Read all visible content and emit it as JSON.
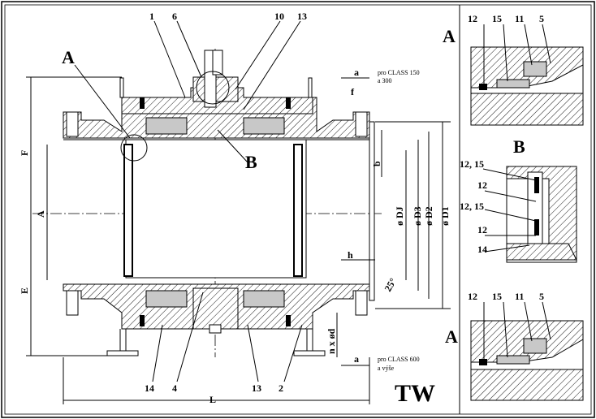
{
  "title": "TW",
  "section_labels": {
    "a_top": "A",
    "b_main": "B",
    "a_detail_top": "A",
    "b_detail": "B",
    "a_detail_bottom": "A"
  },
  "part_numbers_main": [
    "1",
    "6",
    "10",
    "13",
    "14",
    "4",
    "13",
    "2"
  ],
  "dimension_labels": {
    "F": "F",
    "A": "A",
    "E": "E",
    "L": "L",
    "a_top": "a",
    "f": "f",
    "b": "b",
    "h": "h",
    "a_bottom": "a",
    "D1": "ø D1",
    "D2": "ø D2",
    "D3": "ø D3",
    "DJ": "ø DJ",
    "angle": "25°",
    "nxd": "n x ød"
  },
  "notes": {
    "class150_line1": "pro CLASS 150",
    "class150_line2": "a 300",
    "class600_line1": "pro CLASS 600",
    "class600_line2": "a výše"
  },
  "detail_a_top_parts": [
    "12",
    "15",
    "11",
    "5"
  ],
  "detail_b_parts": [
    "12, 15",
    "12",
    "12, 15",
    "12",
    "14"
  ],
  "detail_a_bottom_parts": [
    "12",
    "15",
    "11",
    "5"
  ]
}
